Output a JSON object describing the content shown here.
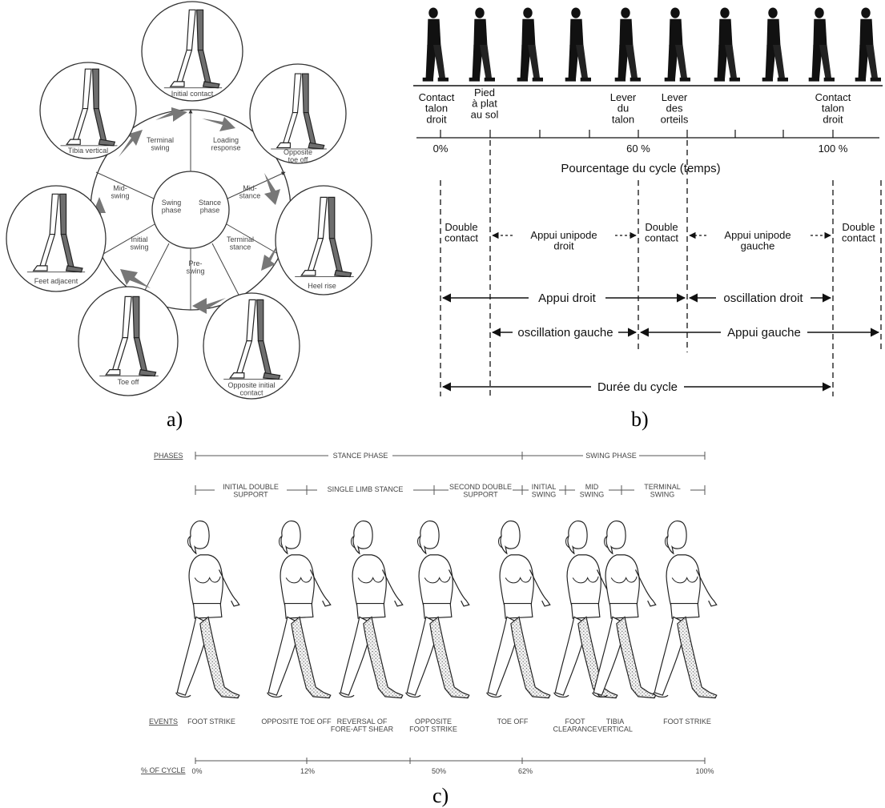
{
  "panel_a": {
    "label": "a)",
    "center": {
      "swing": "Swing\nphase",
      "stance": "Stance\nphase"
    },
    "inner_phases": [
      {
        "id": "loading",
        "text": "Loading\nresponse"
      },
      {
        "id": "midstance",
        "text": "Mid-\nstance"
      },
      {
        "id": "terminalstance",
        "text": "Terminal\nstance"
      },
      {
        "id": "preswing",
        "text": "Pre-\nswing"
      },
      {
        "id": "initialswing",
        "text": "Initial\nswing"
      },
      {
        "id": "midswing",
        "text": "Mid-\nswing"
      },
      {
        "id": "terminalswing",
        "text": "Terminal\nswing"
      }
    ],
    "events": [
      {
        "id": "initialcontact",
        "text": "Initial contact"
      },
      {
        "id": "opptoeoff",
        "text": "Opposite\ntoe off"
      },
      {
        "id": "heelrise",
        "text": "Heel rise"
      },
      {
        "id": "oppinitial",
        "text": "Opposite initial\ncontact"
      },
      {
        "id": "toeoff",
        "text": "Toe off"
      },
      {
        "id": "feetadjacent",
        "text": "Feet adjacent"
      },
      {
        "id": "tibiavertical",
        "text": "Tibia vertical"
      }
    ]
  },
  "panel_b": {
    "label": "b)",
    "events": [
      {
        "id": "ctd1",
        "text": "Contact\ntalon\ndroit"
      },
      {
        "id": "pps",
        "text": "Pied\nà plat\nau sol"
      },
      {
        "id": "lt",
        "text": "Lever\ndu\ntalon"
      },
      {
        "id": "lo",
        "text": "Lever\ndes\norteils"
      },
      {
        "id": "ctd2",
        "text": "Contact\ntalon\ndroit"
      }
    ],
    "ticks": [
      "0%",
      "60 %",
      "100 %"
    ],
    "axis_title": "Pourcentage du cycle  (temps)",
    "phases": [
      {
        "id": "dc1",
        "text": "Double\ncontact"
      },
      {
        "id": "aud",
        "text": "Appui unipode\ndroit"
      },
      {
        "id": "dc2",
        "text": "Double\ncontact"
      },
      {
        "id": "aug",
        "text": "Appui unipode\ngauche"
      },
      {
        "id": "dc3",
        "text": "Double\ncontact"
      }
    ],
    "bars": {
      "appui_droit": "Appui droit",
      "oscillation_droit": "oscillation droit",
      "oscillation_gauche": "oscillation gauche",
      "appui_gauche": "Appui gauche",
      "duree": "Durée du cycle"
    }
  },
  "panel_c": {
    "label": "c)",
    "row_labels": {
      "phases": "PHASES",
      "events": "EVENTS",
      "cycle": "% OF CYCLE"
    },
    "top_phases": [
      "STANCE PHASE",
      "SWING PHASE"
    ],
    "sub_phases": [
      "INITIAL DOUBLE\nSUPPORT",
      "SINGLE LIMB STANCE",
      "SECOND DOUBLE\nSUPPORT",
      "INITIAL\nSWING",
      "MID\nSWING",
      "TERMINAL\nSWING"
    ],
    "events": [
      "FOOT STRIKE",
      "OPPOSITE TOE OFF",
      "REVERSAL OF\nFORE-AFT SHEAR",
      "OPPOSITE\nFOOT STRIKE",
      "TOE OFF",
      "FOOT\nCLEARANCE",
      "TIBIA\nVERTICAL",
      "FOOT STRIKE"
    ],
    "percents": [
      "0%",
      "12%",
      "50%",
      "62%",
      "100%"
    ]
  }
}
